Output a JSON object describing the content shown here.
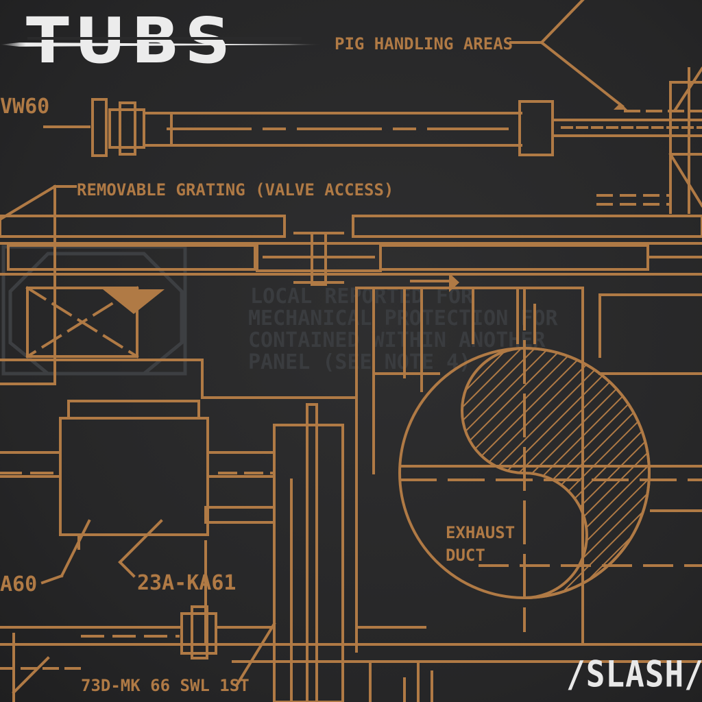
{
  "cover": {
    "band_name": "TUBS",
    "release_title": "/SLASH/"
  },
  "blueprint_labels": {
    "pig_handling": "PIG HANDLING AREAS",
    "vw60": "VW60",
    "removable_grating": "REMOVABLE GRATING (VALVE ACCESS)",
    "exhaust": "EXHAUST",
    "duct": "DUCT",
    "tag_23a": "23A-KA61",
    "tag_a60": "A60",
    "tag_bottom": "73D-MK 66 SWL 1ST"
  },
  "ghost_note": {
    "line1": "LOCAL REPORTED FOR",
    "line2": "MECHANICAL PROTECTION FOR",
    "line3": "CONTAINED WITHIN ANOTHER",
    "line4": "PANEL (SEE NOTE 4)"
  },
  "colors": {
    "background": "#2a2a2b",
    "copper": "#b07a45",
    "logo": "#ececec"
  }
}
